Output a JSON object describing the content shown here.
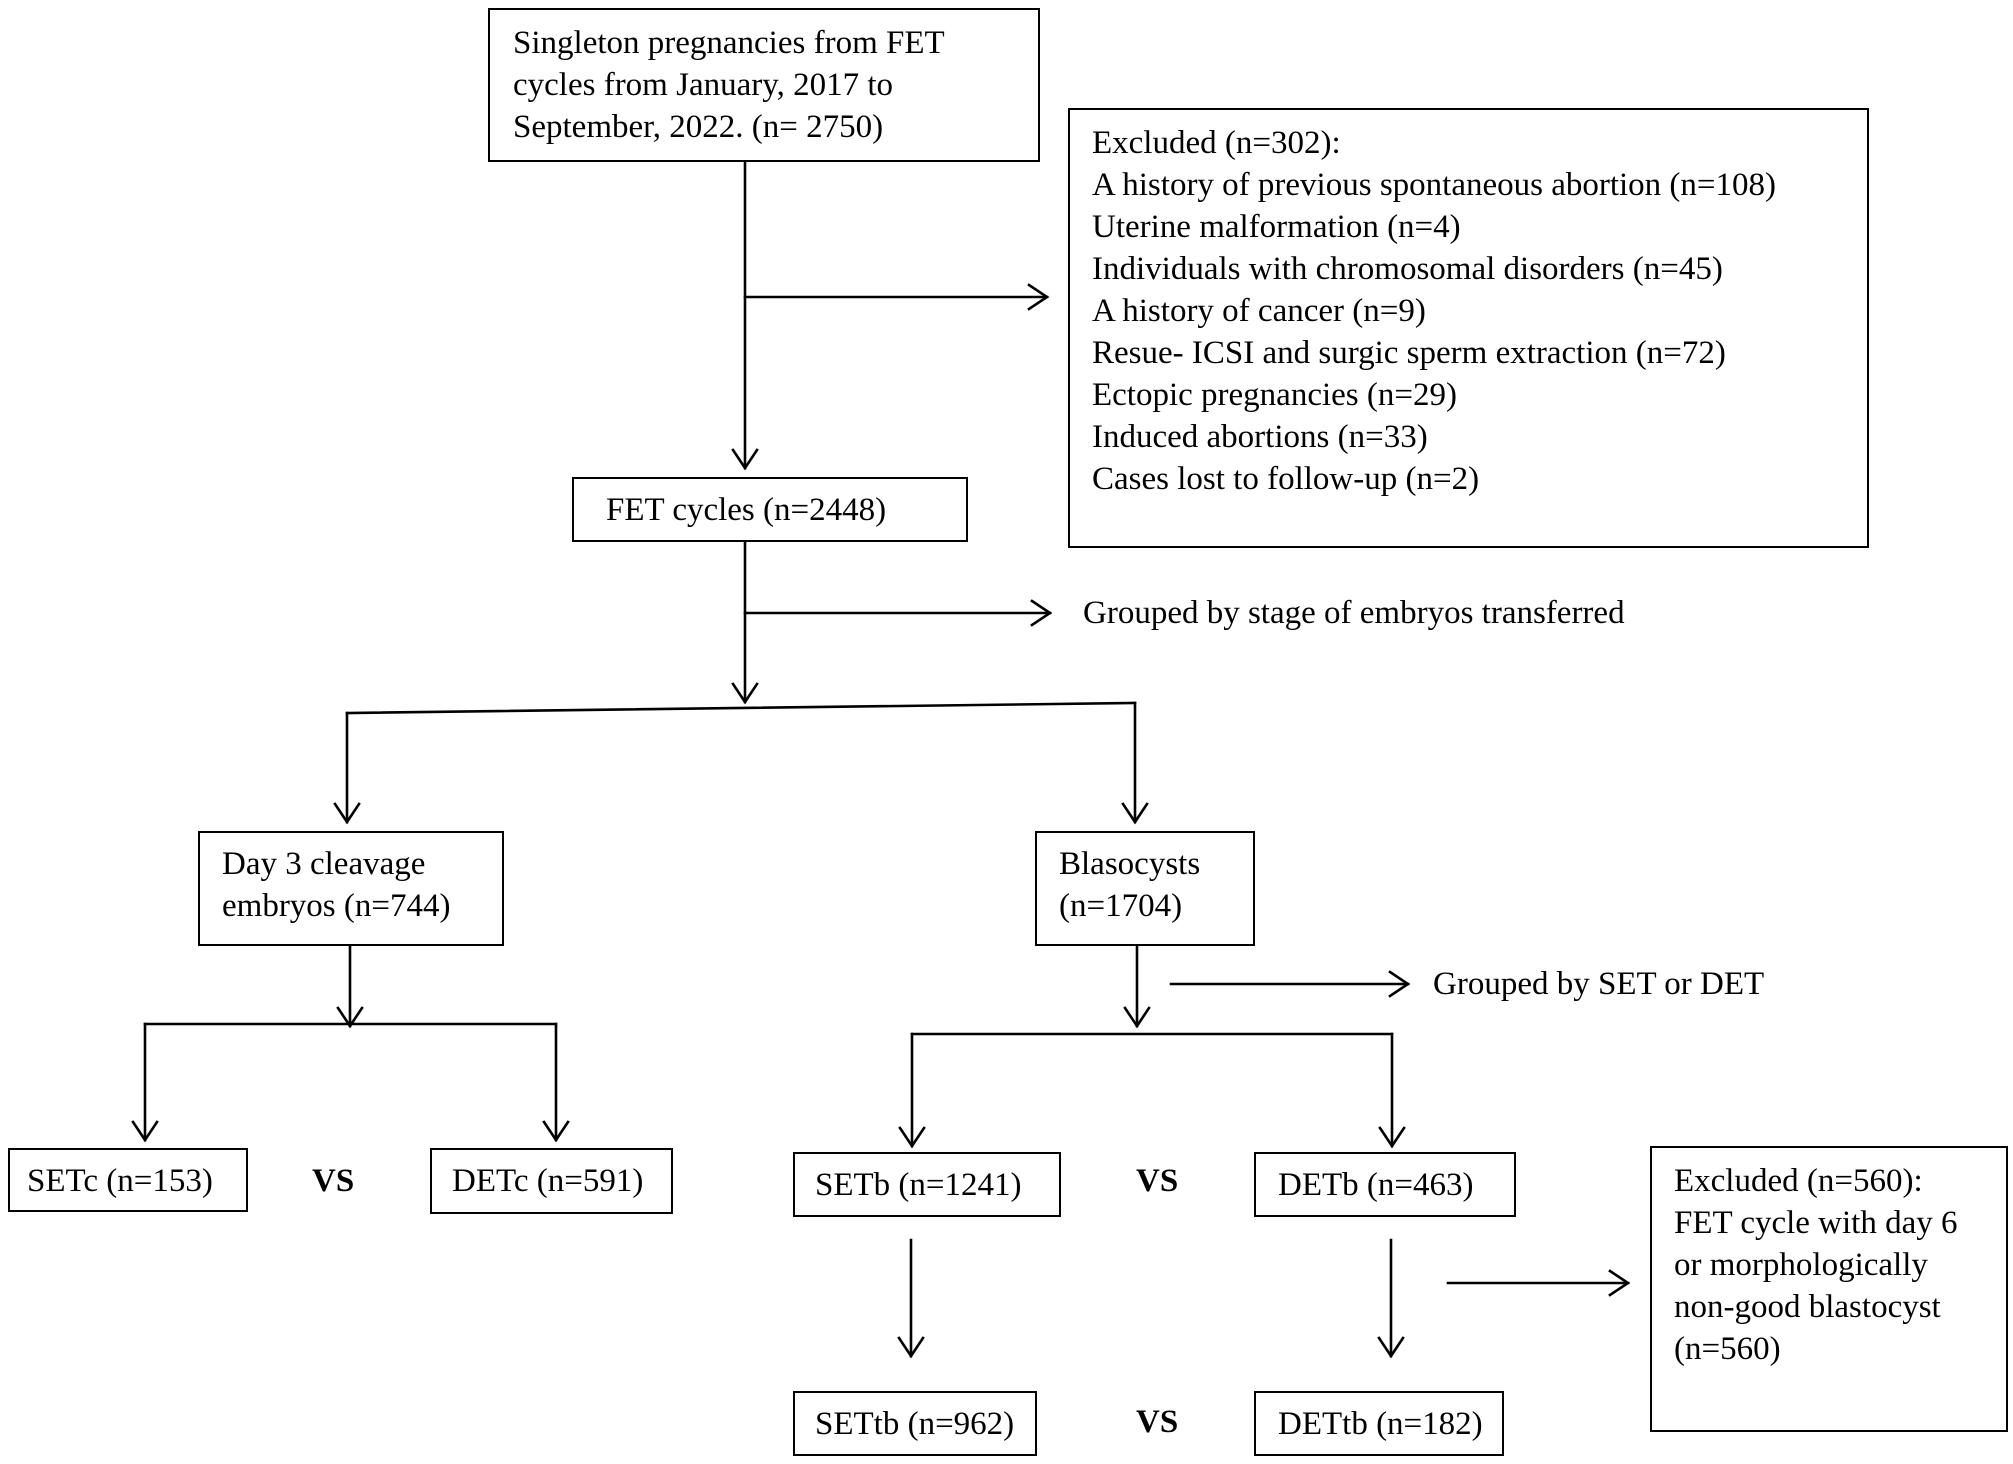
{
  "start": {
    "lines": [
      "Singleton pregnancies from FET",
      "cycles from January, 2017 to",
      "September, 2022. (n= 2750)"
    ]
  },
  "excluded_main": {
    "lines": [
      "Excluded (n=302):",
      "A history of previous spontaneous abortion (n=108)",
      "Uterine malformation (n=4)",
      "Individuals with chromosomal disorders (n=45)",
      "A history of cancer (n=9)",
      "Resue- ICSI and surgic sperm extraction  (n=72)",
      "Ectopic pregnancies (n=29)",
      "Induced abortions  (n=33)",
      "Cases lost to follow-up  (n=2)"
    ]
  },
  "fet_cycles": {
    "label": "FET cycles  (n=2448)"
  },
  "grouped_stage": {
    "label": "Grouped by stage of embryos transferred"
  },
  "day3": {
    "lines": [
      "Day 3 cleavage",
      "embryos  (n=744)"
    ]
  },
  "blastocysts": {
    "lines": [
      "Blasocysts",
      "(n=1704)"
    ]
  },
  "grouped_set_det": {
    "label": "Grouped by SET or DET"
  },
  "setc": {
    "label": "SETc (n=153)"
  },
  "detc": {
    "label": "DETc (n=591)"
  },
  "setb": {
    "label": "SETb (n=1241)"
  },
  "detb": {
    "label": "DETb (n=463)"
  },
  "excluded_blast": {
    "lines": [
      "Excluded (n=560):",
      "FET cycle with day 6",
      "or morphologically",
      "non-good blastocyst",
      "(n=560)"
    ]
  },
  "settb": {
    "label": "SETtb (n=962)"
  },
  "dettb": {
    "label": "DETtb (n=182)"
  },
  "vs": "VS"
}
